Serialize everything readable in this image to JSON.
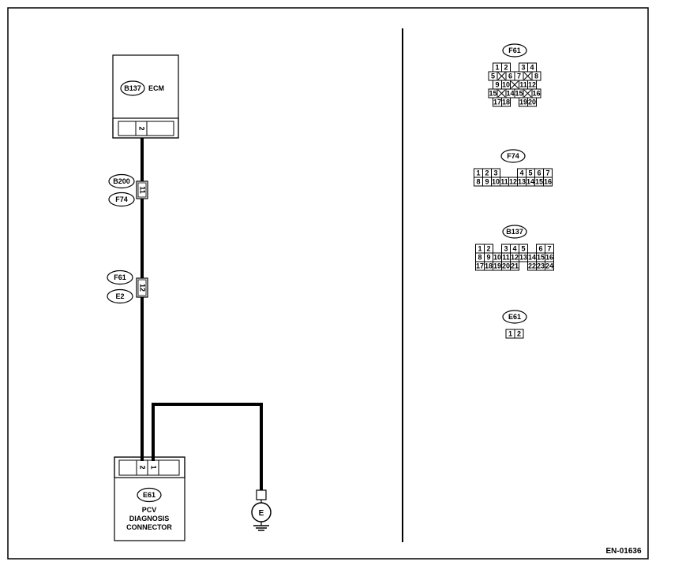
{
  "ecm": {
    "tag": "B137",
    "name": "ECM",
    "pin": "2"
  },
  "joint_b200_f74": {
    "tag_top": "B200",
    "tag_bottom": "F74",
    "pin": "11"
  },
  "joint_f61_e2": {
    "tag_top": "F61",
    "tag_bottom": "E2",
    "pin": "12"
  },
  "pcv": {
    "tag": "E61",
    "line1": "PCV",
    "line2": "DIAGNOSIS",
    "line3": "CONNECTOR",
    "pins": [
      "2",
      "1"
    ]
  },
  "ground": {
    "symbol": "E"
  },
  "connectors": [
    {
      "id": "F61",
      "rows": [
        [
          "1",
          "2",
          "",
          "3",
          "4"
        ],
        [
          "5",
          "×",
          "6",
          "7",
          "×",
          "8"
        ],
        [
          "9",
          "10",
          "×",
          "11",
          "12"
        ],
        [
          "15",
          "×",
          "14",
          "15",
          "×",
          "16"
        ],
        [
          "17",
          "18",
          "",
          "19",
          "20"
        ]
      ]
    },
    {
      "id": "F74",
      "rows": [
        [
          "1",
          "2",
          "3",
          "",
          "",
          "4",
          "5",
          "6",
          "7"
        ],
        [
          "8",
          "9",
          "10",
          "11",
          "12",
          "13",
          "14",
          "15",
          "16"
        ]
      ]
    },
    {
      "id": "B137",
      "rows": [
        [
          "1",
          "2",
          "",
          "3",
          "4",
          "5",
          "",
          "6",
          "7"
        ],
        [
          "8",
          "9",
          "10",
          "11",
          "12",
          "13",
          "14",
          "15",
          "16"
        ],
        [
          "17",
          "18",
          "19",
          "20",
          "21",
          "",
          "22",
          "23",
          "24"
        ]
      ]
    },
    {
      "id": "E61",
      "rows": [
        [
          "1",
          "2"
        ]
      ]
    }
  ],
  "figure_ref": "EN-01636"
}
